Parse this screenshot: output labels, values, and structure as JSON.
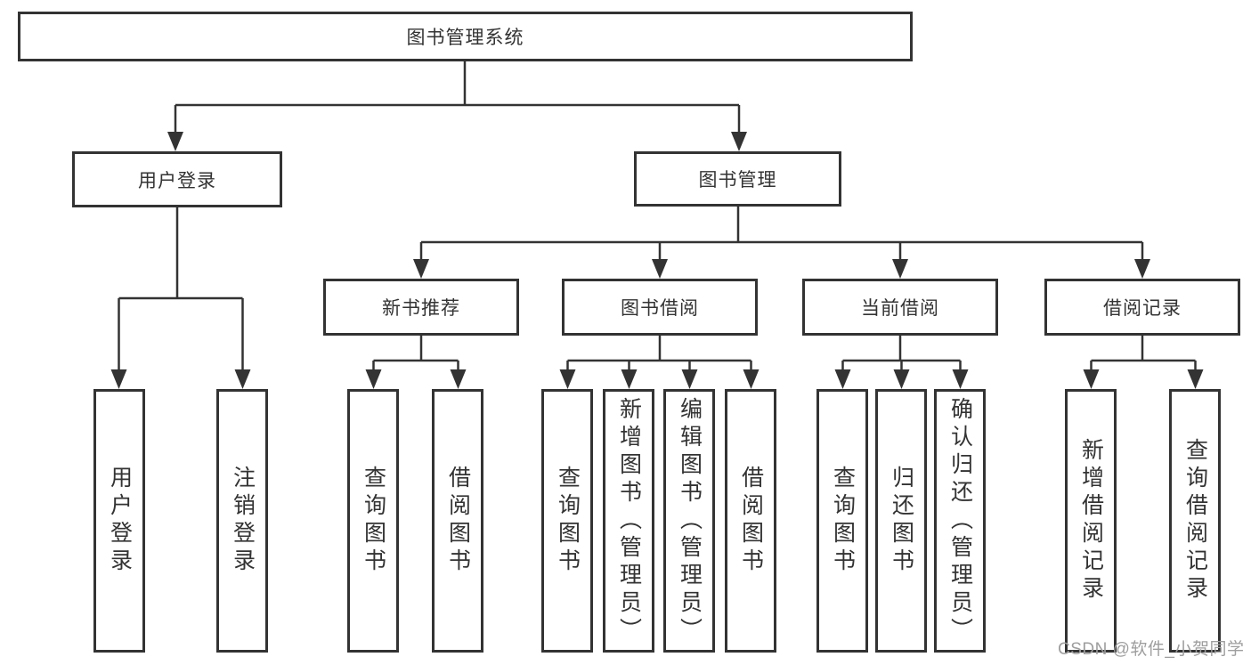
{
  "diagram": {
    "type": "org-tree",
    "root": {
      "label": "图书管理系统"
    },
    "branches": [
      {
        "label": "用户登录",
        "children": [
          {
            "label": "用户登录"
          },
          {
            "label": "注销登录"
          }
        ]
      },
      {
        "label": "图书管理",
        "children": [
          {
            "label": "新书推荐",
            "children": [
              {
                "label": "查询图书"
              },
              {
                "label": "借阅图书"
              }
            ]
          },
          {
            "label": "图书借阅",
            "children": [
              {
                "label": "查询图书"
              },
              {
                "label": "新增图书（管理员）"
              },
              {
                "label": "编辑图书（管理员）"
              },
              {
                "label": "借阅图书"
              }
            ]
          },
          {
            "label": "当前借阅",
            "children": [
              {
                "label": "查询图书"
              },
              {
                "label": "归还图书"
              },
              {
                "label": "确认归还（管理员）"
              }
            ]
          },
          {
            "label": "借阅记录",
            "children": [
              {
                "label": "新增借阅记录"
              },
              {
                "label": "查询借阅记录"
              }
            ]
          }
        ]
      }
    ],
    "colors": {
      "line": "#333333",
      "border": "#333333",
      "text": "#333333",
      "background": "#ffffff",
      "watermark": "#9e9e9e"
    },
    "watermark": "CSDN @软件_小贺同学"
  }
}
